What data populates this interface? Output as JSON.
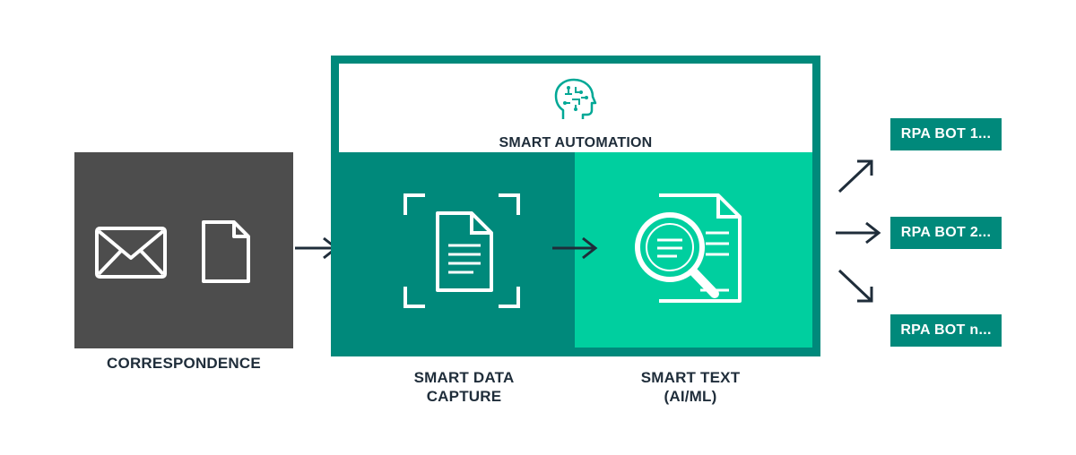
{
  "diagram": {
    "correspondence": {
      "label": "CORRESPONDENCE"
    },
    "smart_automation": {
      "title": "SMART AUTOMATION"
    },
    "smart_data_capture": {
      "line1": "SMART DATA",
      "line2": "CAPTURE"
    },
    "smart_text": {
      "line1": "SMART TEXT",
      "line2": "(AI/ML)"
    },
    "bots": [
      "RPA BOT 1...",
      "RPA BOT 2...",
      "RPA BOT n..."
    ]
  },
  "colors": {
    "dark_teal": "#00897b",
    "light_green": "#00cf9f",
    "dark_gray": "#4d4d4d",
    "text": "#1f2d3a"
  },
  "icons": [
    "mail-icon",
    "document-icon",
    "brain-icon",
    "scan-document-icon",
    "magnifier-document-icon",
    "arrow-icon"
  ]
}
